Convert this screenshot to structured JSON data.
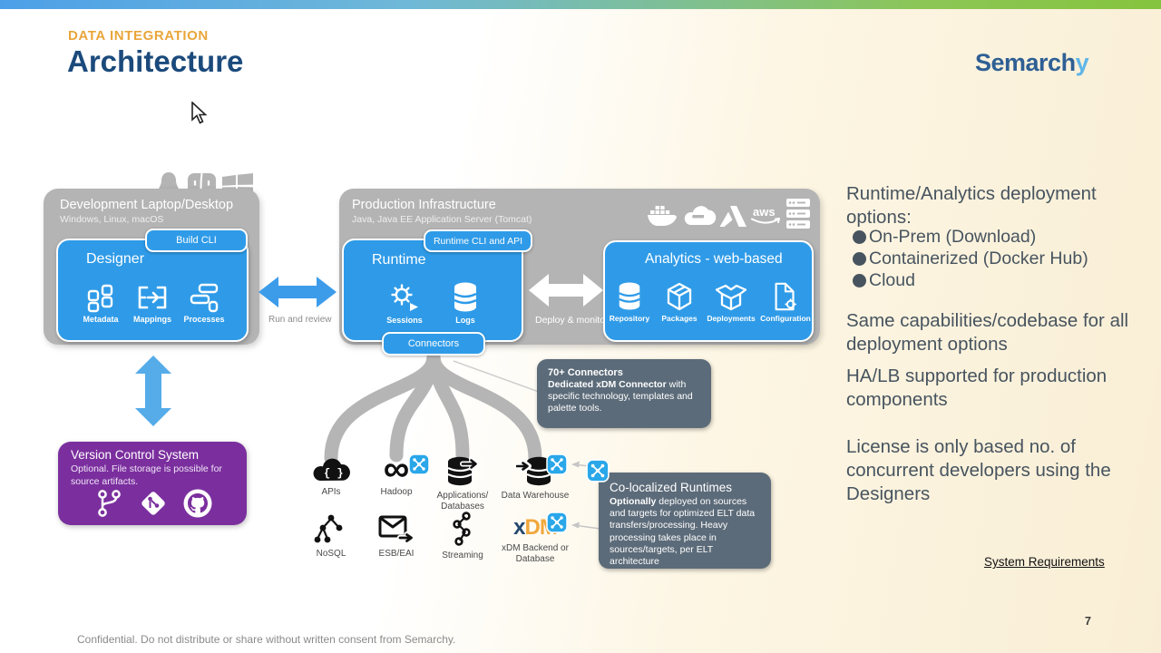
{
  "page": {
    "eyebrow": "DATA INTEGRATION",
    "title": "Architecture",
    "page_number": "7",
    "footer": "Confidential. Do not distribute or share without written consent from Semarchy."
  },
  "logo": {
    "main": "Semarch",
    "accent": "y"
  },
  "dev_box": {
    "title": "Development Laptop/Desktop",
    "subtitle": "Windows, Linux, macOS",
    "build_cli": "Build CLI",
    "designer": {
      "title": "Designer",
      "icons": [
        {
          "label": "Metadata"
        },
        {
          "label": "Mappings"
        },
        {
          "label": "Processes"
        }
      ]
    }
  },
  "flow": {
    "run_review": "Run and review",
    "deploy_monitor": "Deploy & monitor"
  },
  "prod_box": {
    "title": "Production Infrastructure",
    "subtitle": "Java, Java EE Application Server (Tomcat)",
    "runtime_badge": "Runtime CLI and API",
    "runtime": {
      "title": "Runtime",
      "icons": [
        {
          "label": "Sessions"
        },
        {
          "label": "Logs"
        }
      ]
    },
    "connectors_badge": "Connectors"
  },
  "analytics_box": {
    "title": "Analytics - web-based",
    "icons": [
      {
        "label": "Repository"
      },
      {
        "label": "Packages"
      },
      {
        "label": "Deployments"
      },
      {
        "label": "Configuration"
      }
    ]
  },
  "vcs_box": {
    "title": "Version Control System",
    "subtitle": "Optional. File storage is possible for source artifacts."
  },
  "sources": {
    "row1": [
      {
        "label": "APIs"
      },
      {
        "label": "Hadoop"
      },
      {
        "label": "Applications/\nDatabases"
      },
      {
        "label": "Data Warehouse"
      }
    ],
    "row2": [
      {
        "label": "NoSQL"
      },
      {
        "label": "ESB/EAI"
      },
      {
        "label": "Streaming"
      },
      {
        "label": "xDM Backend or\nDatabase"
      }
    ]
  },
  "callout_connectors": {
    "title": "70+ Connectors",
    "bold": "Dedicated xDM Connector",
    "text": " with specific technology, templates and palette tools."
  },
  "callout_runtimes": {
    "title": "Co-localized Runtimes",
    "bold": "Optionally",
    "text": " deployed on sources and targets for optimized ELT data transfers/processing. Heavy processing takes place in sources/targets, per ELT architecture"
  },
  "right_panel": {
    "heading": "Runtime/Analytics deployment options:",
    "bullets": [
      {
        "label": "On-Prem (Download)"
      },
      {
        "label": "Containerized (Docker Hub)"
      },
      {
        "label": "Cloud"
      }
    ],
    "points": [
      {
        "text": "Same capabilities/codebase for all deployment options"
      },
      {
        "text": "HA/LB supported for production components"
      },
      {
        "text": "License is only based no. of concurrent developers using the Designers"
      }
    ],
    "link": "System Requirements"
  },
  "icons": {
    "hadoop_glyph": "∞",
    "apis_glyph": "{ }",
    "aws_text": "aws",
    "xdm_x": "x",
    "xdm_dm": "DM"
  },
  "colors": {
    "top_bar_start": "#4da0e8",
    "top_bar_end": "#85c43e",
    "accent_blue": "#2f9be8",
    "badge_blue": "#2aa7e9",
    "box_gray": "#b4b4b4",
    "purple": "#7b2f9e",
    "slate": "#5c6b79",
    "heading_orange": "#e9a63b",
    "heading_navy": "#1b4a7c"
  }
}
